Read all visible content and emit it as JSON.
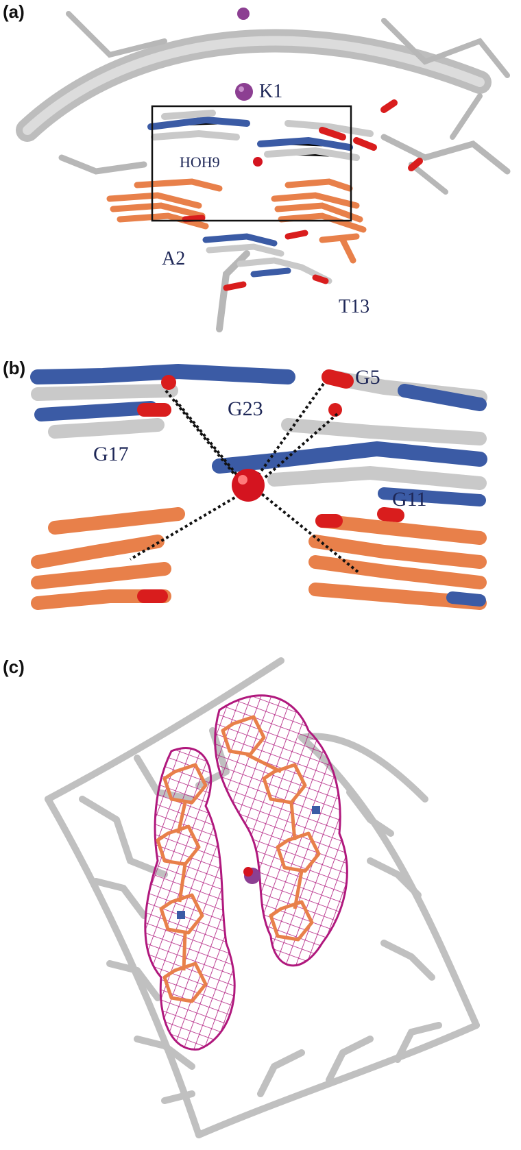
{
  "colors": {
    "ribbon": "#c8c8c8",
    "ribbon_dark": "#9a9a9a",
    "carbon": "#c9c9c9",
    "nitrogen": "#3b5ba5",
    "oxygen": "#d91d1d",
    "ligand": "#e8804a",
    "potassium": "#8c3f92",
    "water": "#d4141f",
    "mesh": "#b0187d",
    "label": "#1e2757"
  },
  "panel_a": {
    "label": "(a)",
    "k1": "K1",
    "hoh9": "HOH9",
    "a2": "A2",
    "t13": "T13"
  },
  "panel_b": {
    "label": "(b)",
    "g5": "G5",
    "g23": "G23",
    "g17": "G17",
    "g11": "G11"
  },
  "panel_c": {
    "label": "(c)"
  }
}
